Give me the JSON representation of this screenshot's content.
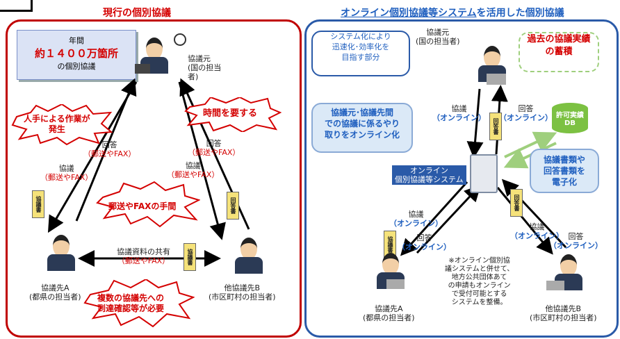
{
  "left": {
    "title": "現行の個別協議",
    "stat_line1": "年間",
    "stat_line2": "約１４００万箇所",
    "stat_line3": "の個別協議",
    "origin_line1": "協議元",
    "origin_line2": "(国の担当",
    "origin_line3": "者)",
    "star_manual_1": "人手による作業が",
    "star_manual_2": "発生",
    "star_time": "時間を要する",
    "star_mail": "郵送やFAXの手間",
    "star_confirm_1": "複数の協議先への",
    "star_confirm_2": "到達確認等が必要",
    "answer_left": "回答",
    "answer_left_sub": "（郵送やFAX）",
    "consult_left": "協議",
    "consult_left_sub": "（郵送やFAX）",
    "answer_right": "回答",
    "answer_right_sub": "（郵送やFAX）",
    "consult_right": "協議",
    "consult_right_sub": "（郵送やFAX）",
    "share_label": "協議資料の共有",
    "share_sub": "（郵送やFAX）",
    "party_a_1": "協議先A",
    "party_a_2": "(都県の担当者)",
    "party_b_1": "他協議先B",
    "party_b_2": "(市区町村の担当者)",
    "doc_consult": "協議書",
    "doc_answer": "回答書"
  },
  "right": {
    "title": "オンライン個別協議等システム",
    "title_suffix": "を活用した個別協議",
    "bubble_system": "システム化により\n迅速化･効率化を\n目指す部分",
    "origin_line1": "協議元",
    "origin_line2": "(国の担当者)",
    "bubble_records": "過去の協議実績\nの蓄積",
    "bubble_online": "協議元･協議先間\nでの協議に係るやり\n取りをオンライン化",
    "bubble_docs": "協議書類や\n回答書類を\n電子化",
    "db_label_1": "許可実績",
    "db_label_2": "DB",
    "server_label_1": "オンライン",
    "server_label_2": "個別協議等システム",
    "consult_top": "協議",
    "consult_top_sub": "（オンライン）",
    "answer_top": "回答",
    "answer_top_sub": "（オンライン）",
    "consult_a": "協議",
    "consult_a_sub": "（オンライン）",
    "answer_a": "回答",
    "answer_a_sub": "（オンライン）",
    "consult_b": "協議",
    "consult_b_sub": "（オンライン）",
    "answer_b": "回答",
    "answer_b_sub": "（オンライン）",
    "note": "※オンライン個別協\n議システムと併せて、\n地方公共団体あて\nの申請もオンライン\nで受付可能とする\nシステムを整備。",
    "party_a_1": "協議先A",
    "party_a_2": "(都県の担当者)",
    "party_b_1": "他協議先B",
    "party_b_2": "(市区町村の担当者)",
    "doc_consult": "協議書",
    "doc_answer": "回答書"
  },
  "colors": {
    "red": "#d40000",
    "blue": "#1f5fbf",
    "light_blue_bubble": "#dbe9f7",
    "green_bubble": "#e9f5e1",
    "db_green": "#7cc142"
  }
}
